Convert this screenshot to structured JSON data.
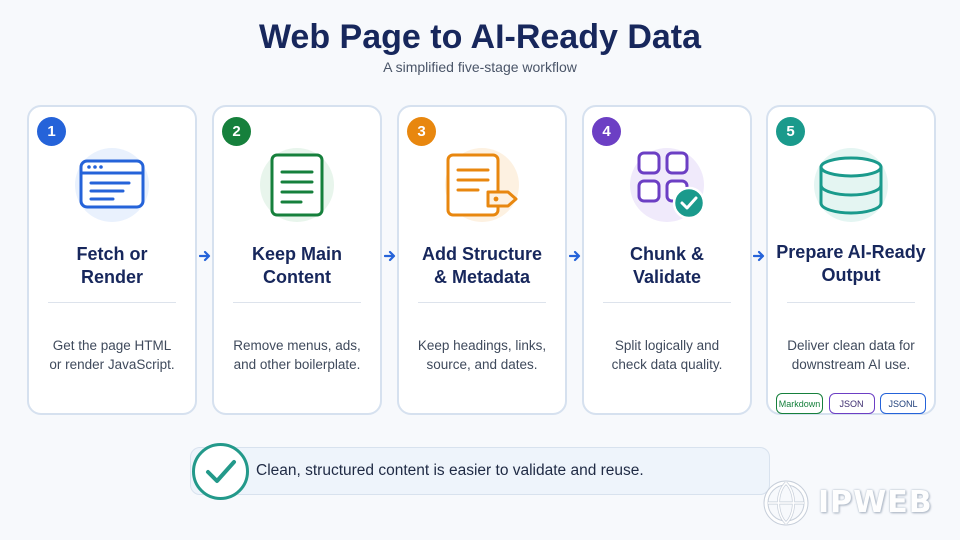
{
  "header": {
    "title": "Web Page to AI-Ready Data",
    "subtitle": "A simplified five-stage workflow"
  },
  "stages": [
    {
      "number": "1",
      "title_line1": "Fetch or",
      "title_line2": "Render",
      "desc_line1": "Get the page HTML",
      "desc_line2": "or render JavaScript.",
      "icon": "browser-window-icon",
      "color": "#2563d9"
    },
    {
      "number": "2",
      "title_line1": "Keep Main",
      "title_line2": "Content",
      "desc_line1": "Remove menus, ads,",
      "desc_line2": "and other boilerplate.",
      "icon": "document-icon",
      "color": "#16803c"
    },
    {
      "number": "3",
      "title_line1": "Add Structure",
      "title_line2": "& Metadata",
      "desc_line1": "Keep headings, links,",
      "desc_line2": "source, and dates.",
      "icon": "tagged-document-icon",
      "color": "#e8870f"
    },
    {
      "number": "4",
      "title_line1": "Chunk &",
      "title_line2": "Validate",
      "desc_line1": "Split logically and",
      "desc_line2": "check data quality.",
      "icon": "grid-check-icon",
      "color": "#6c3fc4"
    },
    {
      "number": "5",
      "title_line1": "Prepare AI-Ready",
      "title_line2": "Output",
      "desc_line1": "Deliver clean data for",
      "desc_line2": "downstream AI use.",
      "icon": "database-cylinder-icon",
      "color": "#1a9a8c",
      "tags": [
        {
          "label": "Markdown",
          "color": "#16803c"
        },
        {
          "label": "JSON",
          "color": "#6c3fc4"
        },
        {
          "label": "JSONL",
          "color": "#2563d9"
        }
      ]
    }
  ],
  "callout": {
    "text": "Clean, structured content is easier to validate and reuse.",
    "icon": "check-circle-icon",
    "color": "#23998a"
  },
  "logo": {
    "text": "IPWEB"
  }
}
